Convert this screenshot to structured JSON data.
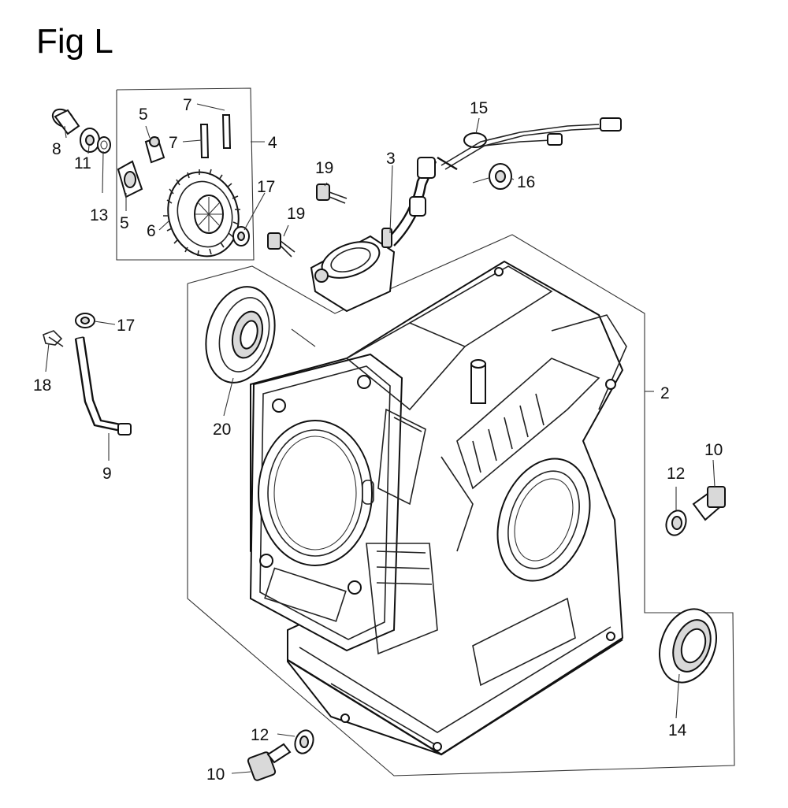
{
  "figure": {
    "title": "Fig L",
    "labels": {
      "p2": "2",
      "p3": "3",
      "p4": "4",
      "p5a": "5",
      "p5b": "5",
      "p6": "6",
      "p7a": "7",
      "p7b": "7",
      "p8": "8",
      "p9": "9",
      "p10a": "10",
      "p10b": "10",
      "p11": "11",
      "p12a": "12",
      "p12b": "12",
      "p13": "13",
      "p14": "14",
      "p15": "15",
      "p16": "16",
      "p17a": "17",
      "p17b": "17",
      "p18": "18",
      "p19a": "19",
      "p19b": "19",
      "p20": "20"
    }
  }
}
